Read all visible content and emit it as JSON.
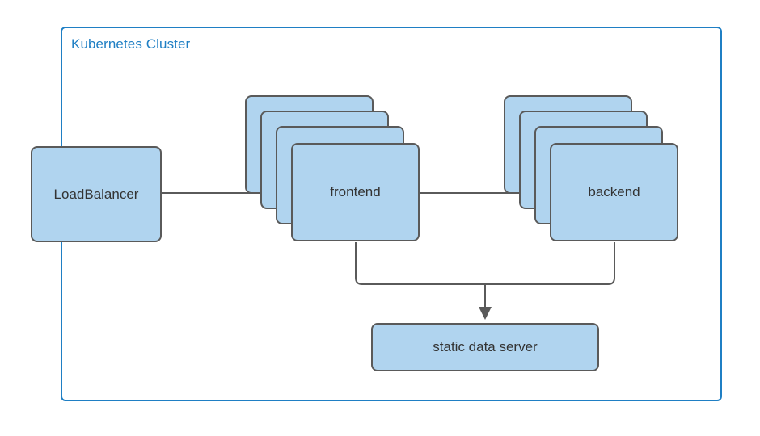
{
  "diagram": {
    "title": "Kubernetes Cluster",
    "type": "architecture-diagram",
    "colors": {
      "cluster_border": "#1f7fc4",
      "cluster_label": "#1f7fc4",
      "node_fill": "#b0d4ef",
      "node_border": "#5a5a5a",
      "node_text": "#333333",
      "connector": "#5a5a5a",
      "background": "#ffffff"
    },
    "cluster": {
      "label": "Kubernetes Cluster"
    },
    "nodes": [
      {
        "id": "loadbalancer",
        "label": "LoadBalancer",
        "shape": "rounded-rect",
        "replicas": 1
      },
      {
        "id": "frontend",
        "label": "frontend",
        "shape": "stacked-rounded-rect",
        "replicas": 4
      },
      {
        "id": "backend",
        "label": "backend",
        "shape": "stacked-rounded-rect",
        "replicas": 4
      },
      {
        "id": "static-data-server",
        "label": "static data server",
        "shape": "rounded-rect",
        "replicas": 1
      }
    ],
    "edges": [
      {
        "from": "loadbalancer",
        "to": "frontend",
        "style": "solid",
        "arrow": "end"
      },
      {
        "from": "frontend",
        "to": "backend",
        "style": "solid",
        "arrow": "end"
      },
      {
        "from": "frontend",
        "to": "static-data-server",
        "style": "solid",
        "arrow": "end"
      },
      {
        "from": "backend",
        "to": "static-data-server",
        "style": "solid",
        "arrow": "end"
      }
    ]
  }
}
